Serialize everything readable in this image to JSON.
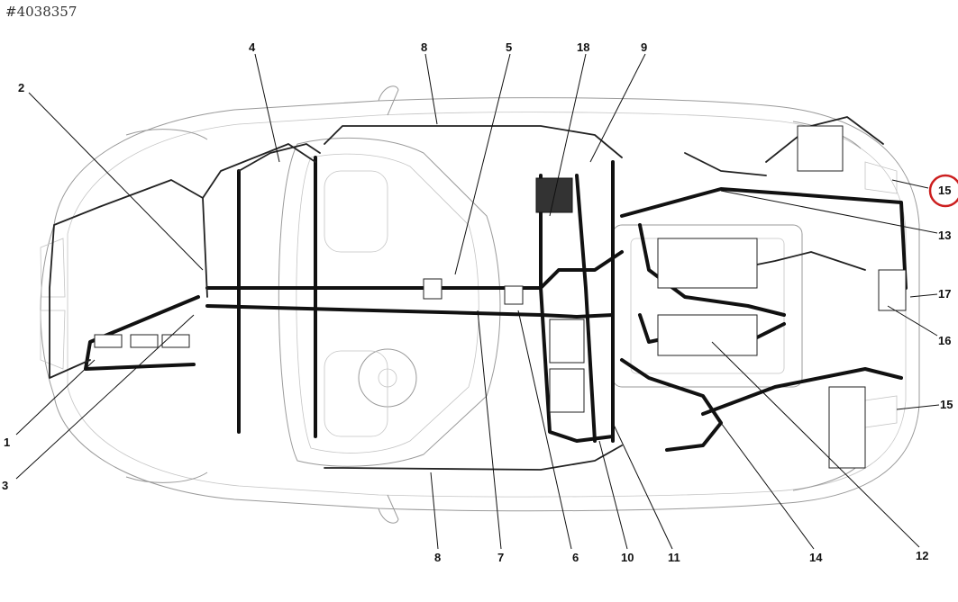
{
  "page": {
    "id_label": "#4038357"
  },
  "callouts": [
    {
      "id": "c1",
      "num": "1"
    },
    {
      "id": "c2",
      "num": "2"
    },
    {
      "id": "c3",
      "num": "3"
    },
    {
      "id": "c4",
      "num": "4"
    },
    {
      "id": "c5",
      "num": "5"
    },
    {
      "id": "c6",
      "num": "6"
    },
    {
      "id": "c7",
      "num": "7"
    },
    {
      "id": "c8a",
      "num": "8"
    },
    {
      "id": "c8b",
      "num": "8"
    },
    {
      "id": "c9",
      "num": "9"
    },
    {
      "id": "c10",
      "num": "10"
    },
    {
      "id": "c11",
      "num": "11"
    },
    {
      "id": "c12",
      "num": "12"
    },
    {
      "id": "c13",
      "num": "13"
    },
    {
      "id": "c14",
      "num": "14"
    },
    {
      "id": "c15a",
      "num": "15"
    },
    {
      "id": "c15b",
      "num": "15"
    },
    {
      "id": "c16",
      "num": "16"
    },
    {
      "id": "c17",
      "num": "17"
    },
    {
      "id": "c18",
      "num": "18"
    }
  ],
  "highlight": {
    "target_callout": "15",
    "color": "#cc1f1f"
  },
  "colors": {
    "harness": "#111111",
    "outline": "#9a9a9a",
    "background": "#ffffff"
  }
}
